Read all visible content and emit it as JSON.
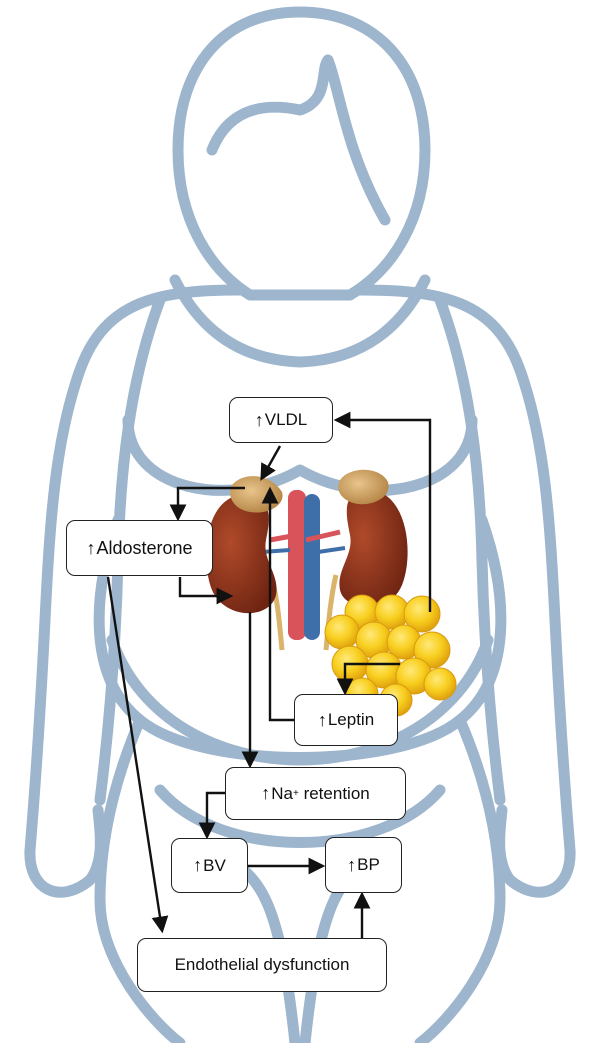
{
  "labels": {
    "vldl": "VLDL",
    "aldosterone": "Aldosterone",
    "leptin": "Leptin",
    "na_retention_prefix": "Na",
    "na_retention_sup": "+",
    "na_retention_suffix": " retention",
    "bv": "BV",
    "bp": "BP",
    "endothelial": "Endothelial dysfunction",
    "increase_symbol": "↑"
  },
  "colors": {
    "body_outline": "#9db5cd",
    "arrow": "#111111",
    "kidney": "#8b2e17",
    "adrenal": "#c99a5b",
    "artery": "#d9535b",
    "vein": "#3f6fa8",
    "ureter": "#d9b46a",
    "fat": "#f3c21a"
  },
  "icons": [
    "human-silhouette",
    "kidney-left-icon",
    "kidney-right-icon",
    "blood-vessels-icon",
    "fat-cells-icon"
  ]
}
